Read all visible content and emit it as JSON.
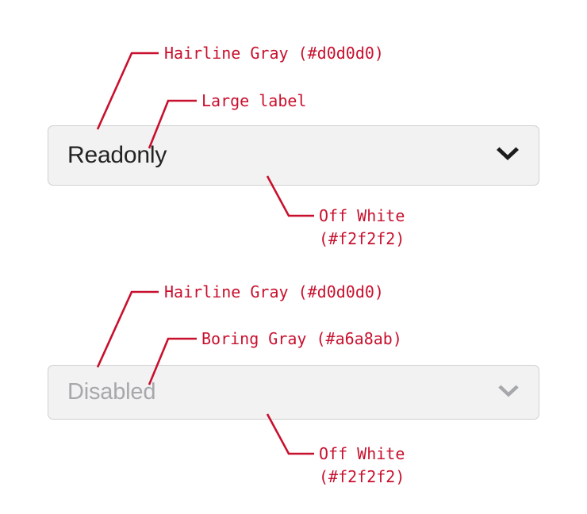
{
  "page": {
    "title": "Select field states — annotated spec",
    "background": "#ffffff",
    "annotation_color": "#c8102e"
  },
  "palette": {
    "hairline_gray": "#d0d0d0",
    "off_white": "#f2f2f2",
    "boring_gray": "#a6a8ab",
    "label_dark": "#232323"
  },
  "controls": [
    {
      "key": "readonly",
      "label": "Readonly",
      "state": "readonly",
      "icon": "chevron-down-icon",
      "fill": "#f2f2f2",
      "border": "#d0d0d0",
      "text_color": "#232323",
      "icon_color": "#1c1c1c"
    },
    {
      "key": "disabled",
      "label": "Disabled",
      "state": "disabled",
      "icon": "chevron-down-icon",
      "fill": "#f2f2f2",
      "border": "#d0d0d0",
      "text_color": "#a6a8ab",
      "icon_color": "#a6a8ab"
    }
  ],
  "annotations": [
    {
      "key": "hairline_1",
      "target": "readonly-border",
      "line1": "Hairline Gray (#d0d0d0)",
      "line2": ""
    },
    {
      "key": "large_label",
      "target": "readonly-label",
      "line1": "Large label",
      "line2": ""
    },
    {
      "key": "off_white_1",
      "target": "readonly-fill",
      "line1": "Off White",
      "line2": "(#f2f2f2)"
    },
    {
      "key": "hairline_2",
      "target": "disabled-border",
      "line1": "Hairline Gray (#d0d0d0)",
      "line2": ""
    },
    {
      "key": "boring_gray",
      "target": "disabled-label",
      "line1": "Boring Gray (#a6a8ab)",
      "line2": ""
    },
    {
      "key": "off_white_2",
      "target": "disabled-fill",
      "line1": "Off White",
      "line2": "(#f2f2f2)"
    }
  ]
}
